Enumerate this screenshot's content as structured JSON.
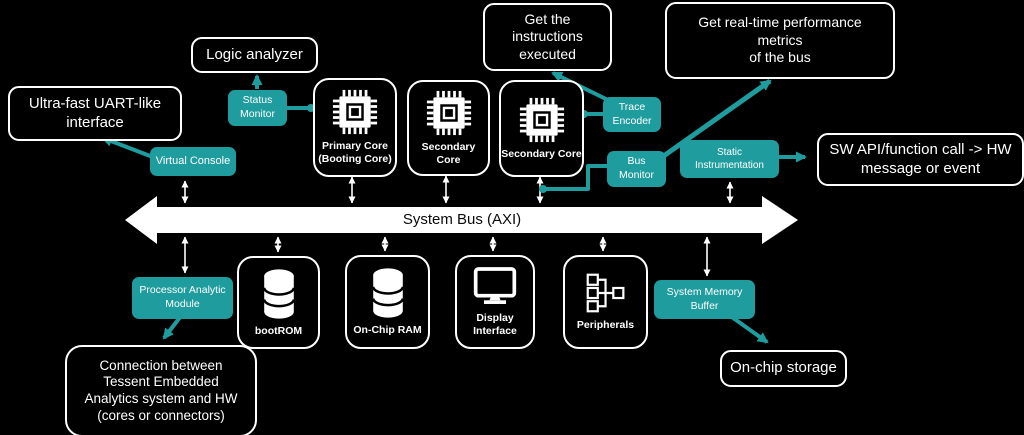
{
  "colors": {
    "teal": "#1f9c9e",
    "background": "#000000",
    "stroke": "#ffffff"
  },
  "bus": {
    "label": "System Bus (AXI)"
  },
  "callouts": {
    "uart": {
      "label": "Ultra-fast UART-like\ninterface"
    },
    "logic_analyzer": {
      "label": "Logic analyzer"
    },
    "instructions": {
      "label": "Get the\ninstructions\nexecuted"
    },
    "metrics": {
      "label": "Get real-time performance\nmetrics\nof the bus"
    },
    "sw_api": {
      "label": "SW API/function call -> HW\nmessage or event"
    },
    "on_chip_storage": {
      "label": "On-chip storage"
    },
    "connection": {
      "label": "Connection between\nTessent Embedded\nAnalytics system and HW\n(cores or connectors)"
    }
  },
  "modules": {
    "status_monitor": {
      "label": "Status\nMonitor"
    },
    "virtual_console": {
      "label": "Virtual Console"
    },
    "trace_encoder": {
      "label": "Trace\nEncoder"
    },
    "bus_monitor": {
      "label": "Bus\nMonitor"
    },
    "static_instrumentation": {
      "label": "Static\nInstrumentation"
    },
    "processor_analytic_module": {
      "label": "Processor Analytic\nModule"
    },
    "system_memory_buffer": {
      "label": "System Memory\nBuffer"
    }
  },
  "nodes": {
    "primary_core": {
      "label": "Primary Core\n(Booting Core)",
      "icon": "chip-icon"
    },
    "secondary_core_1": {
      "label": "Secondary Core",
      "icon": "chip-icon"
    },
    "secondary_core_2": {
      "label": "Secondary Core",
      "icon": "chip-icon"
    },
    "bootrom": {
      "label": "bootROM",
      "icon": "database-icon"
    },
    "on_chip_ram": {
      "label": "On-Chip RAM",
      "icon": "database-icon"
    },
    "display_interface": {
      "label": "Display\nInterface",
      "icon": "monitor-icon"
    },
    "peripherals": {
      "label": "Peripherals",
      "icon": "peripherals-tree-icon"
    }
  }
}
